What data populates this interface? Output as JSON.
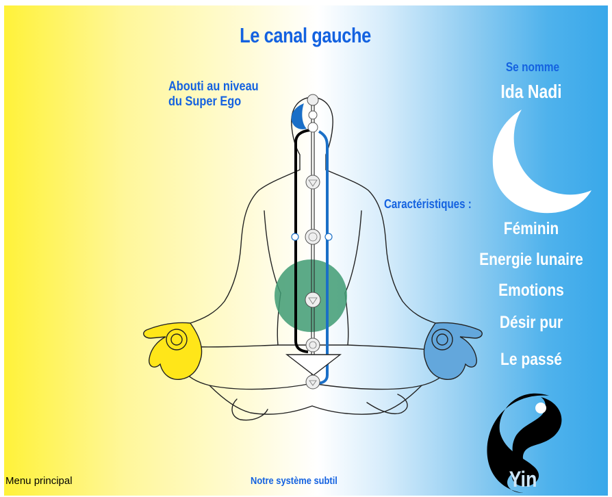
{
  "title": "Le canal gauche",
  "left_label": {
    "line1": "Abouti au niveau",
    "line2": "du Super Ego"
  },
  "name_intro": "Se nomme",
  "channel_name": "Ida Nadi",
  "characteristics_heading": "Caractéristiques :",
  "characteristics": [
    "Féminin",
    "Energie lunaire",
    "Emotions",
    "Désir pur",
    "Le passé"
  ],
  "yin_label": "Yin",
  "footer": {
    "menu_link": "Menu principal",
    "system_link": "Notre système subtil"
  },
  "icons": [
    "crescent-moon-icon",
    "yin-yang-icon",
    "chakra-icon"
  ],
  "colors": {
    "title_blue": "#1462e0",
    "left_channel": "#000000",
    "right_channel": "#1a6fc7",
    "highlight_circle": "#3f9b73",
    "yellow_hand": "#ffe619",
    "blue_hand": "#63a7dc"
  }
}
